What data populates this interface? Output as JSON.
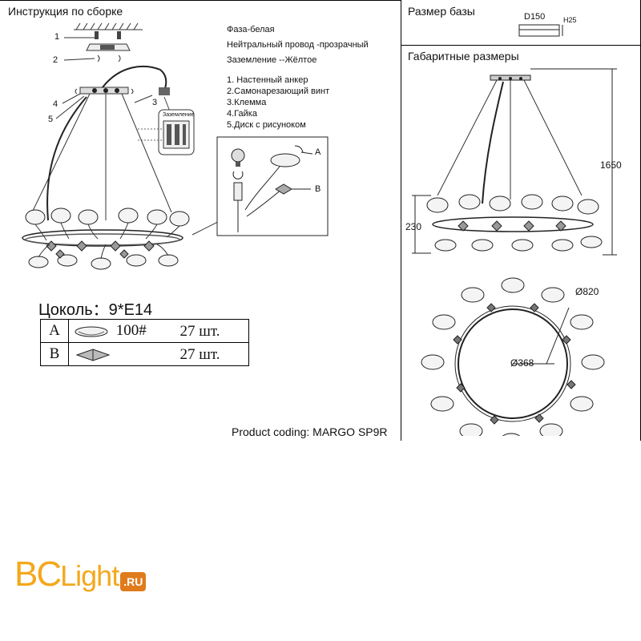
{
  "assembly": {
    "title": "Инструкция по сборке",
    "callouts": [
      "1",
      "2",
      "3",
      "4",
      "5"
    ],
    "grounding_label": "Заземление"
  },
  "wiring": {
    "phase": "Фаза-белая",
    "neutral": "Нейтральный провод -прозрачный",
    "ground": "Заземление --Жёлтое"
  },
  "parts_list": [
    "1. Настенный анкер",
    "2.Самонарезающий винт",
    "3.Клемма",
    "4.Гайка",
    "5.Диск с рисуноком"
  ],
  "detail_labels": {
    "a": "A",
    "b": "B"
  },
  "socket": {
    "label": "Цоколь：",
    "value": "9*E14"
  },
  "parts_table": [
    {
      "letter": "A",
      "code": "100#",
      "qty": "27 шт."
    },
    {
      "letter": "B",
      "code": "",
      "qty": "27 шт."
    }
  ],
  "base_size": {
    "title": "Размер базы",
    "diameter": "D150",
    "height": "H25"
  },
  "dimensions": {
    "title": "Габаритные размеры",
    "total_height": "1650",
    "body_height": "230",
    "outer_diameter": "Ø820",
    "inner_diameter": "Ø368"
  },
  "product_coding": "Product coding: MARGO SP9R",
  "brand": {
    "bc": "BC",
    "light": "Light",
    "ru": ".RU",
    "accent": "#f4a81d",
    "ru_bg": "#e07b1c"
  }
}
